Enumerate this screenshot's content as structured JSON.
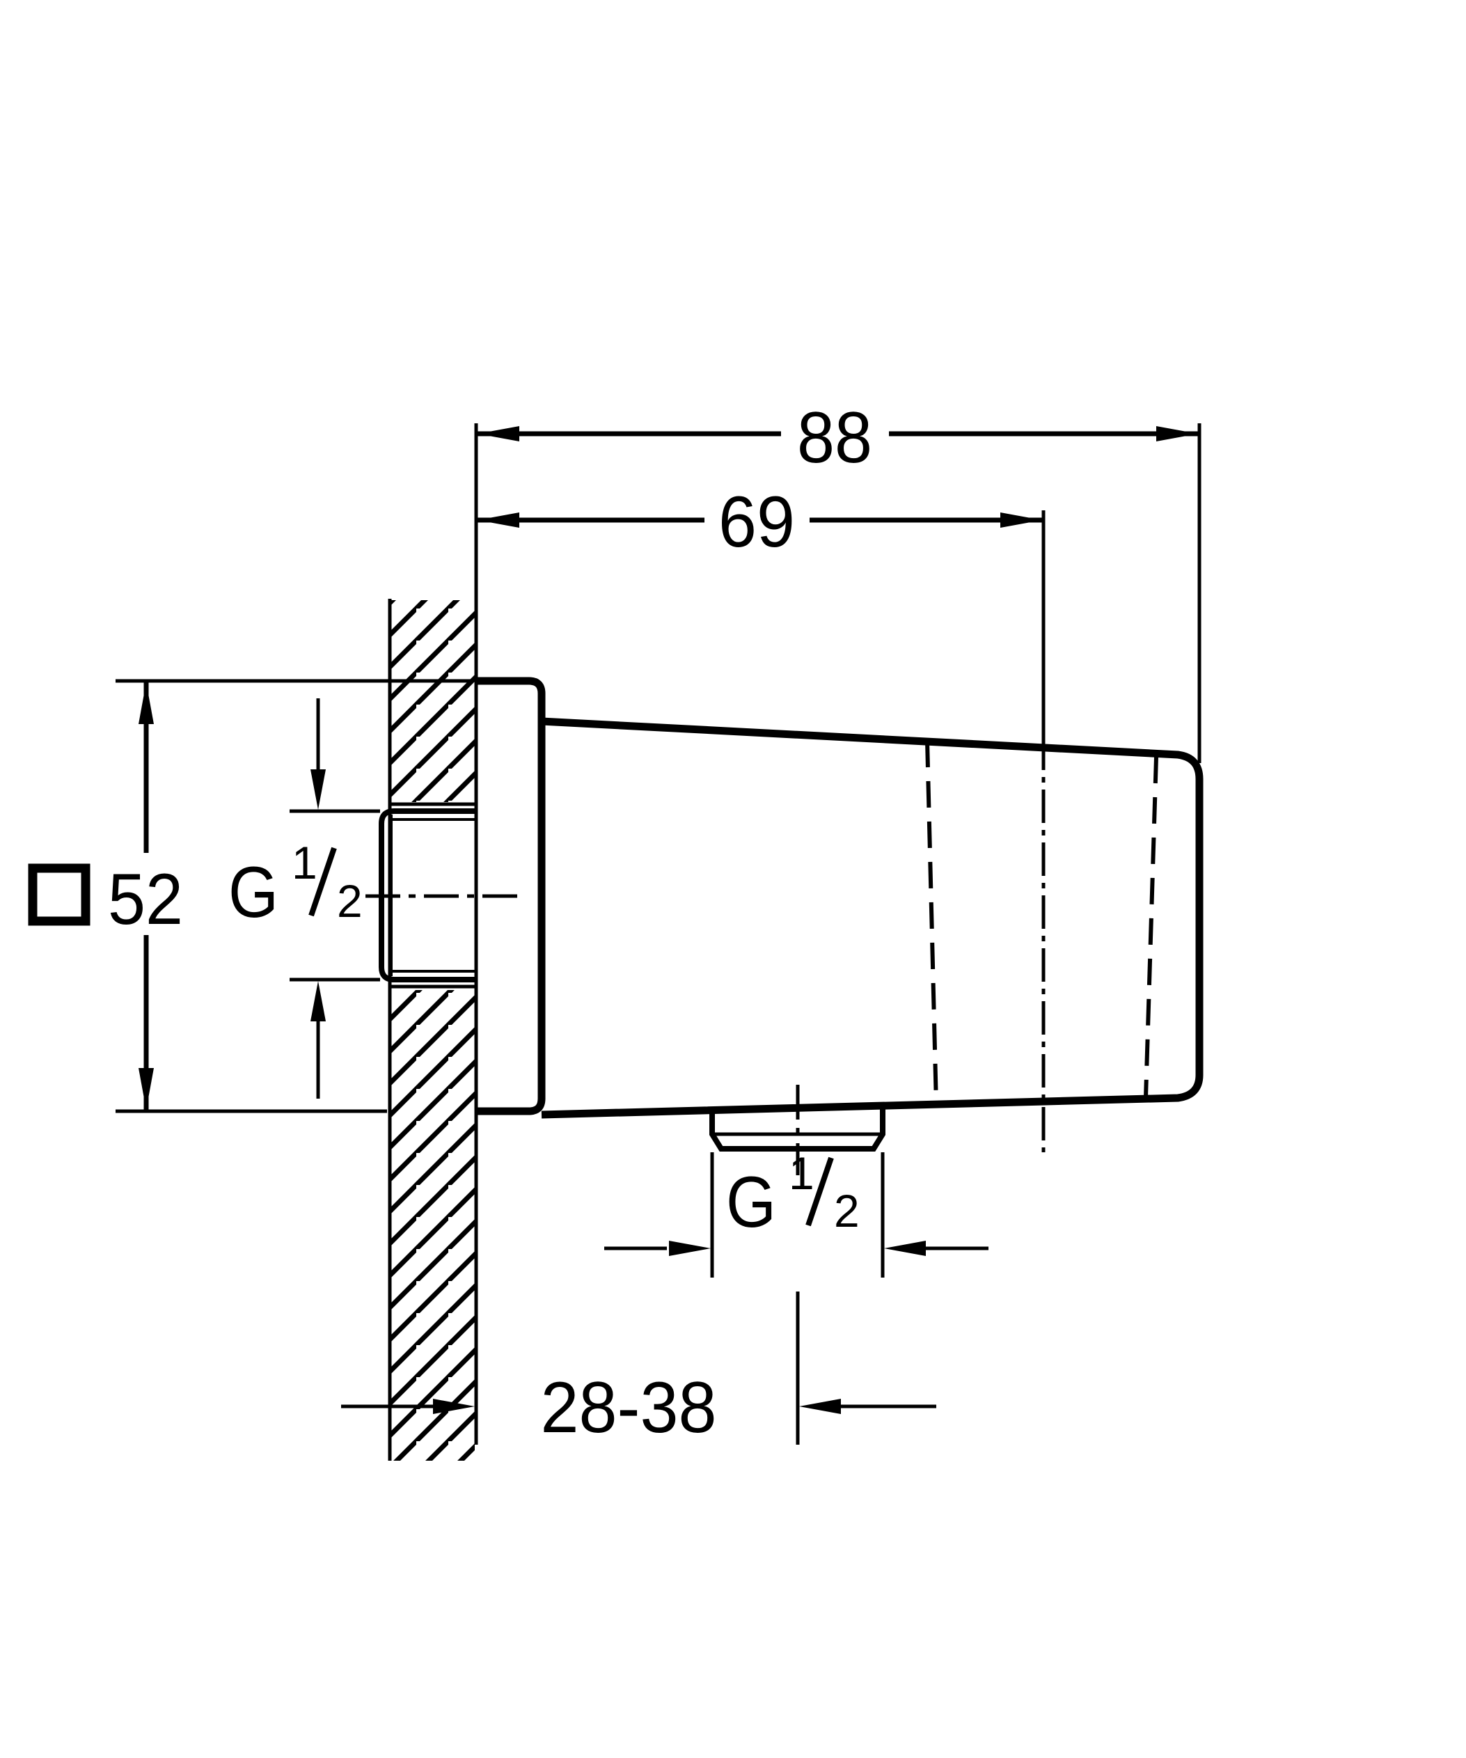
{
  "drawing": {
    "type": "technical-dimension-drawing",
    "subject": "wall-mounted shower outlet elbow with holder, side section view",
    "colors": {
      "line": "#000000",
      "background": "#ffffff"
    },
    "dimensions": {
      "overall_width": "88",
      "wall_to_holder_axis": "69",
      "escutcheon_size": "52",
      "wall_depth_range": "28-38",
      "inlet_thread": {
        "prefix": "G",
        "numerator": "1",
        "denominator": "2"
      },
      "outlet_thread": {
        "prefix": "G",
        "numerator": "1",
        "denominator": "2"
      }
    }
  }
}
